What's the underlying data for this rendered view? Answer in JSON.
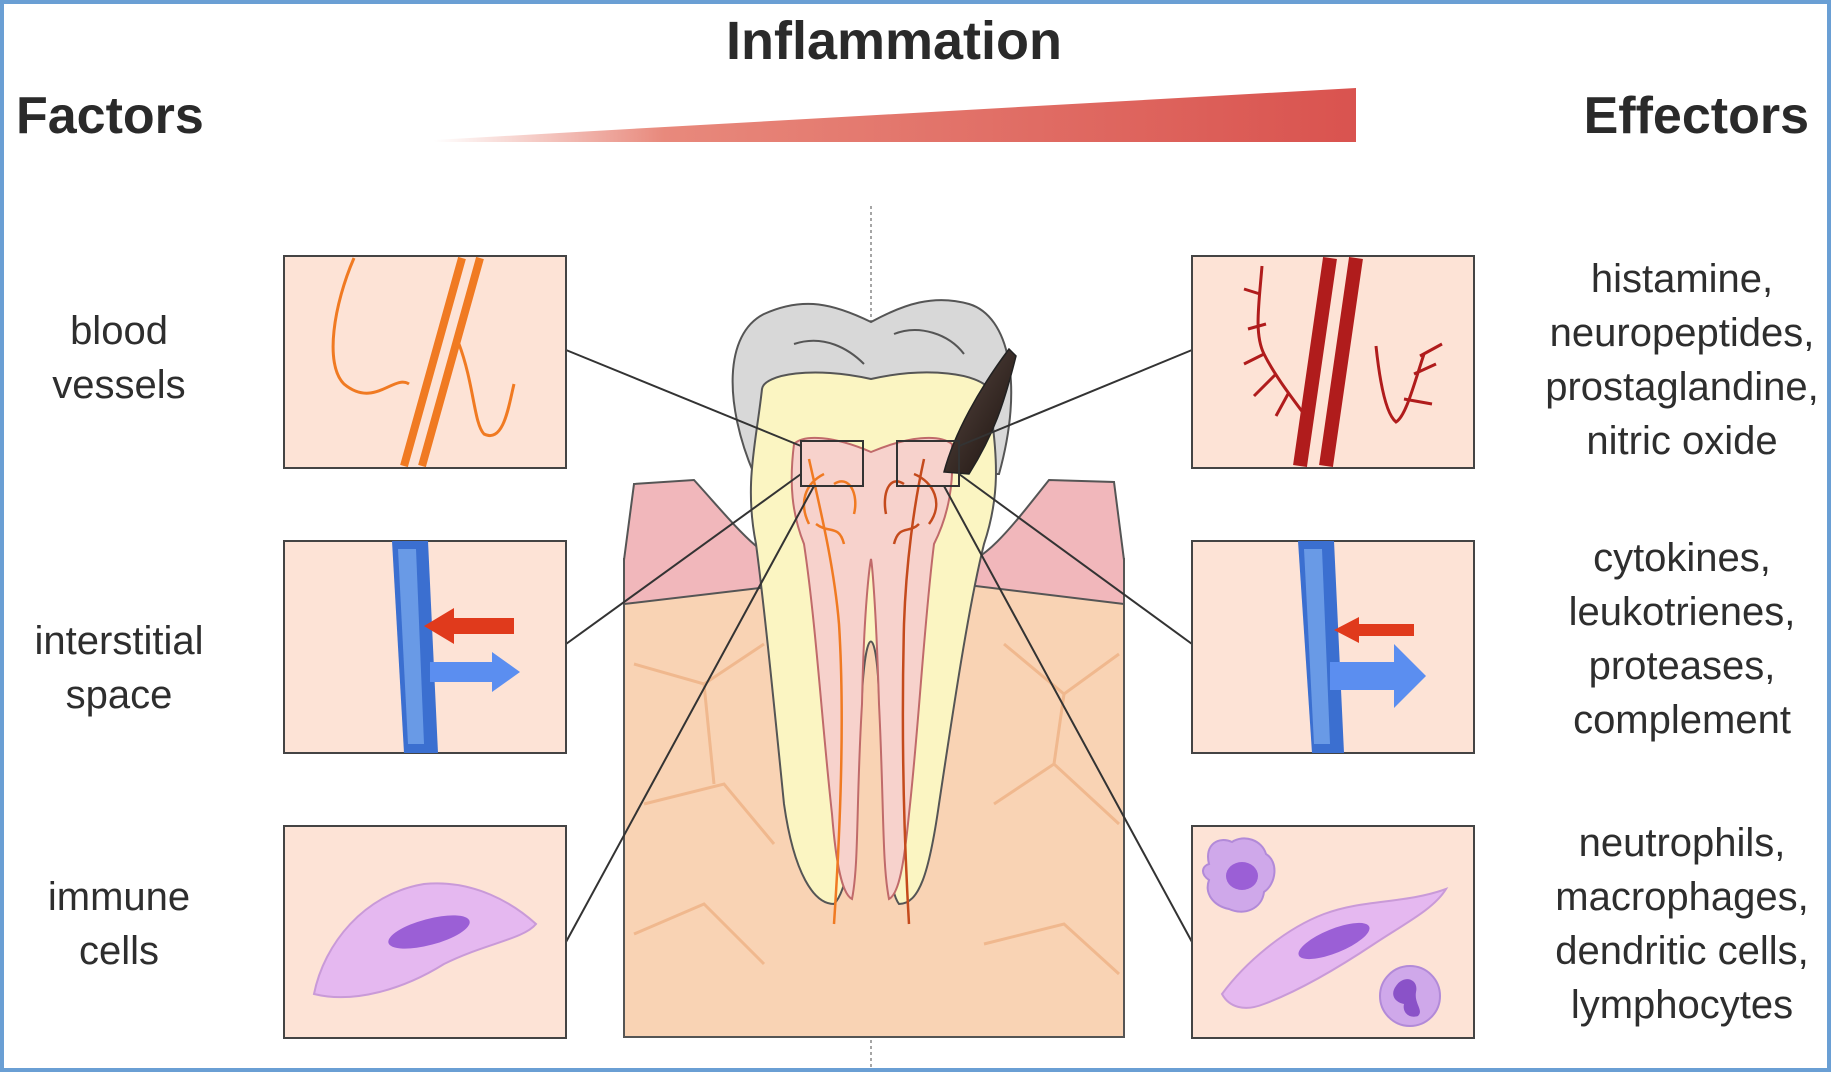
{
  "title": "Inflammation",
  "left_heading": "Factors",
  "right_heading": "Effectors",
  "factors": [
    {
      "lines": [
        "blood",
        "vessels"
      ]
    },
    {
      "lines": [
        "interstitial",
        "space"
      ]
    },
    {
      "lines": [
        "immune",
        "cells"
      ]
    }
  ],
  "effectors": [
    {
      "lines": [
        "histamine,",
        "neuropeptides,",
        "prostaglandine,",
        "nitric oxide"
      ]
    },
    {
      "lines": [
        "cytokines,",
        "leukotrienes,",
        "proteases,",
        "complement"
      ]
    },
    {
      "lines": [
        "neutrophils,",
        "macrophages,",
        "dendritic cells,",
        "lymphocytes"
      ]
    }
  ],
  "colors": {
    "frame": "#6a9fd4",
    "gradient_wedge": "#d9534f",
    "panel_bg": "#fde3d6",
    "gum": "#f1b7bb",
    "bone": "#f9d3b4",
    "dentin": "#fbf5c2",
    "pulp": "#f7d2cc",
    "enamel": "#d8d8d8",
    "healthy_vessel": "#f07a22",
    "inflamed_vessel": "#b01c1c",
    "vessel_blue": "#3b6fd0",
    "arrow_red": "#e03a1c",
    "arrow_blue": "#5b8ef0",
    "immune_cell": "#e5b8f0",
    "nucleus": "#9b5fd6",
    "caries": "#2c1f1a"
  }
}
